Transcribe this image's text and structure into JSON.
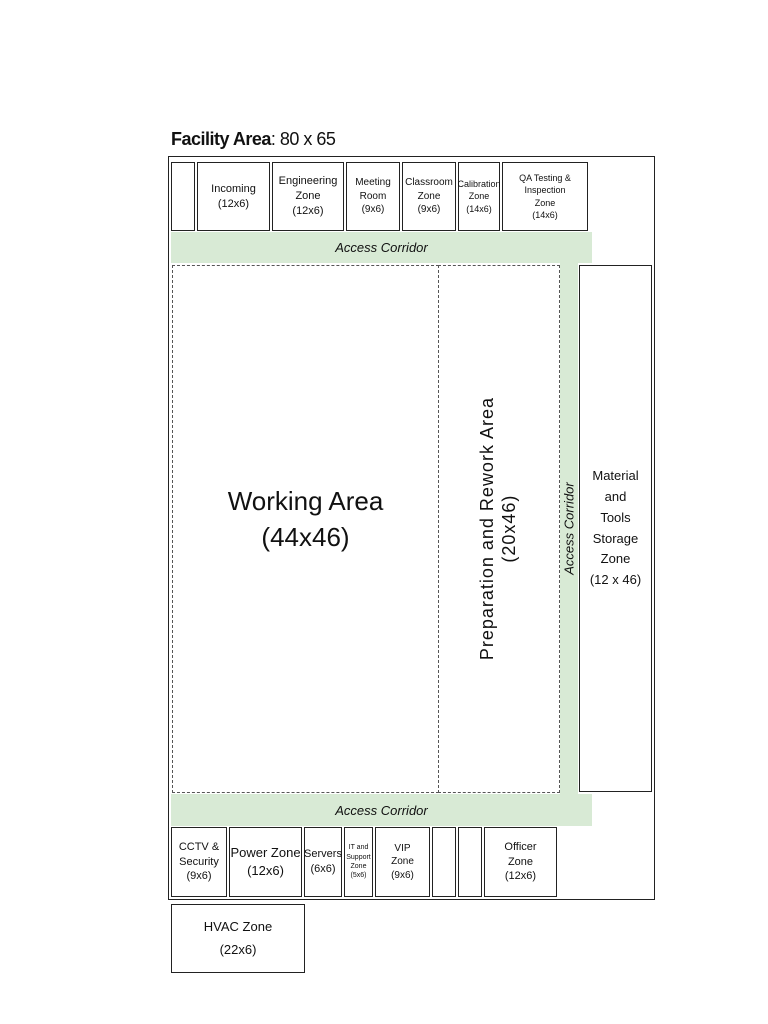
{
  "title": {
    "bold": "Facility Area",
    "value": ": 80 x 65"
  },
  "top_zones": [
    {
      "id": "blank-top-left",
      "label": ""
    },
    {
      "id": "incoming",
      "label": "Incoming\n(12x6)"
    },
    {
      "id": "engineering-zone",
      "label": "Engineering\nZone\n(12x6)"
    },
    {
      "id": "meeting-room",
      "label": "Meeting\nRoom\n(9x6)"
    },
    {
      "id": "classroom-zone",
      "label": "Classroom\nZone\n(9x6)"
    },
    {
      "id": "calibration-zone",
      "label": "Calibration\nZone\n(14x6)"
    },
    {
      "id": "qa-testing-inspection-zone",
      "label": "QA Testing & Inspection\nZone\n(14x6)"
    }
  ],
  "corridors": {
    "top": "Access Corridor",
    "right": "Access Corridor",
    "bottom": "Access Corridor"
  },
  "working_area": "Working Area\n(44x46)",
  "preparation_area": "Preparation and Rework Area\n(20x46)",
  "storage_zone": "Material and\nTools\nStorage Zone\n(12 x 46)",
  "bottom_zones": [
    {
      "id": "cctv-security",
      "label": "CCTV &\nSecurity\n(9x6)"
    },
    {
      "id": "power-zone",
      "label": "Power Zone\n(12x6)"
    },
    {
      "id": "servers",
      "label": "Servers\n(6x6)"
    },
    {
      "id": "it-support-zone",
      "label": "IT and\nSupport\nZone\n(5x6)"
    },
    {
      "id": "vip-zone",
      "label": "VIP\nZone\n(9x6)"
    },
    {
      "id": "blank-bottom-1",
      "label": ""
    },
    {
      "id": "blank-bottom-2",
      "label": ""
    },
    {
      "id": "officer-zone",
      "label": "Officer\nZone\n(12x6)"
    }
  ],
  "hvac_zone": "HVAC Zone\n(22x6)"
}
